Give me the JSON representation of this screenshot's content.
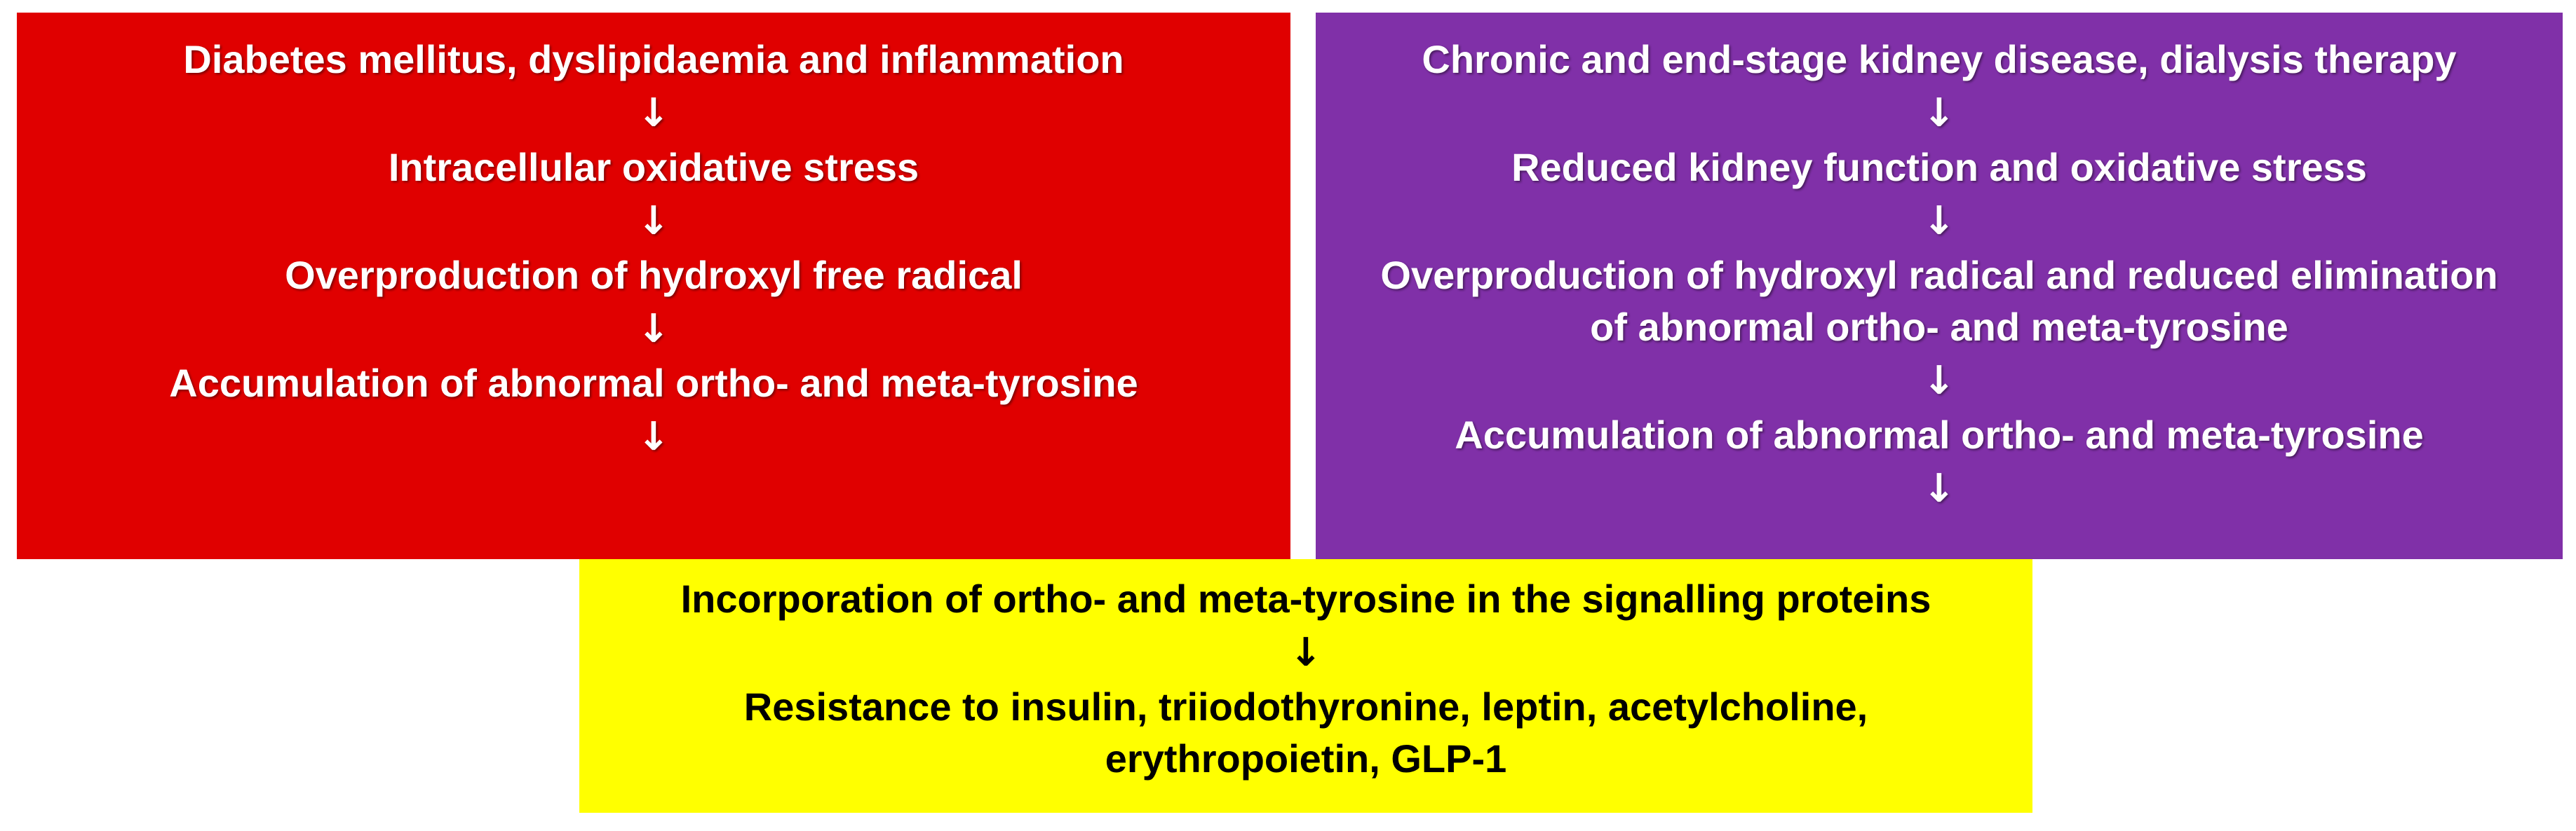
{
  "colors": {
    "red_box": "#e00000",
    "purple_box": "#8030a8",
    "yellow_box": "#ffff00"
  },
  "arrow_symbol": "↓",
  "left_flow": {
    "steps": [
      "Diabetes mellitus, dyslipidaemia and inflammation",
      "Intracellular oxidative stress",
      "Overproduction of hydroxyl free radical",
      "Accumulation of abnormal ortho- and meta-tyrosine"
    ]
  },
  "right_flow": {
    "steps": [
      "Chronic and end-stage kidney disease, dialysis therapy",
      "Reduced kidney function and oxidative stress",
      "Overproduction of hydroxyl radical and reduced elimination",
      "of abnormal ortho- and meta-tyrosine",
      "Accumulation of abnormal ortho- and meta-tyrosine"
    ]
  },
  "bottom_flow": {
    "steps": [
      "Incorporation of ortho- and meta-tyrosine in the signalling proteins",
      "Resistance to insulin, triiodothyronine, leptin, acetylcholine,",
      "erythropoietin, GLP-1"
    ]
  }
}
